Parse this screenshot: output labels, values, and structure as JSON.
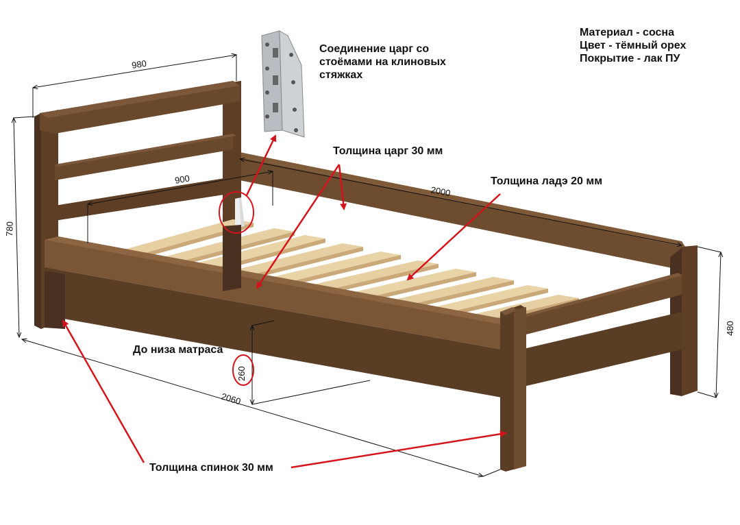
{
  "specs": {
    "material": "Материал - сосна",
    "color": "Цвет - тёмный орех",
    "coating": "Покрытие - лак ПУ"
  },
  "callouts": {
    "connection_line1": "Соединение царг со",
    "connection_line2": "стоёмами на клиновых",
    "connection_line3": "стяжках",
    "side_rail_thickness": "Толщина царг 30 мм",
    "slat_thickness": "Толщина ладэ 20 мм",
    "to_mattress_bottom": "До низа матраса",
    "backboard_thickness": "Толщина спинок 30 мм"
  },
  "dimensions": {
    "headboard_width": "980",
    "inner_width": "900",
    "inner_length": "2000",
    "total_height": "780",
    "footboard_height": "480",
    "mattress_base_height": "260",
    "total_length": "2060"
  },
  "colors": {
    "wood_dark": "#5a3d25",
    "wood_mid": "#6e4c2f",
    "slat": "#e6cfa2",
    "arrow": "#d4141a",
    "bracket": "#b9bcc0"
  }
}
